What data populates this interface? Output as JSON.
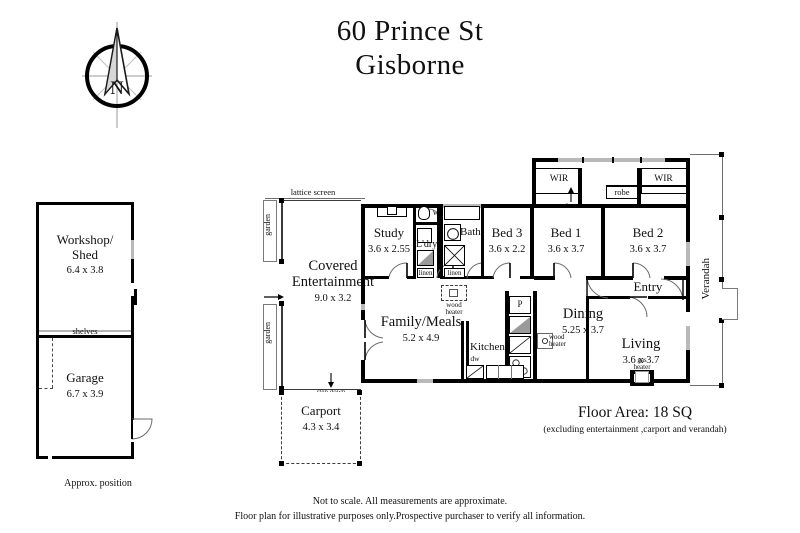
{
  "title": {
    "line1": "60 Prince St",
    "line2": "Gisborne"
  },
  "compass": {
    "label": "N",
    "name": "north-compass-rose"
  },
  "outbuildings": {
    "workshop": {
      "name": "Workshop/",
      "name2": "Shed",
      "dim": "6.4 x 3.8"
    },
    "shelves": "shelves",
    "garage": {
      "name": "Garage",
      "dim": "6.7 x 3.9"
    },
    "approx_note": "Approx. position"
  },
  "outdoor": {
    "lattice": "lattice screen",
    "garden_top": "garden",
    "garden_bottom": "garden",
    "entertainment": {
      "name": "Covered",
      "name2": "Entertainment",
      "dim": "9.0 x 3.2"
    },
    "step_down_entertainment": "step down",
    "carport": {
      "name": "Carport",
      "dim": "4.3 x 3.4"
    },
    "verandah": "Verandah"
  },
  "rooms": [
    {
      "key": "study",
      "name": "Study",
      "dim": "3.6 x 2.55"
    },
    {
      "key": "bed3",
      "name": "Bed 3",
      "dim": "3.6 x 2.2"
    },
    {
      "key": "bed1",
      "name": "Bed 1",
      "dim": "3.6 x 3.7"
    },
    {
      "key": "bed2",
      "name": "Bed 2",
      "dim": "3.6 x 3.7"
    },
    {
      "key": "family",
      "name": "Family/Meals",
      "dim": "5.2 x 4.9"
    },
    {
      "key": "dining",
      "name": "Dining",
      "dim": "5.25 x 3.7"
    },
    {
      "key": "living",
      "name": "Living",
      "dim": "3.6 x 3.7"
    }
  ],
  "small_rooms": {
    "wc": "wc",
    "laundry": "L'dry",
    "bath": "Bath",
    "kitchen": "Kitchen",
    "entry": "Entry"
  },
  "fixtures": {
    "wir_left": "WIR",
    "wir_right": "WIR",
    "robe": "robe",
    "linen_laundry": "linen",
    "linen_hall": "linen",
    "pantry": "P",
    "dishwasher": "dw",
    "wood_heater_hall": {
      "line1": "wood",
      "line2": "heater"
    },
    "wood_heater_dining": {
      "line1": "wood",
      "line2": "heater"
    },
    "gas_heater_living": {
      "line1": "gas",
      "line2": "heater"
    },
    "down_arrow_label": "down"
  },
  "floor_area": {
    "label": "Floor Area: 18",
    "unit": "SQ",
    "exclusion": "(excluding entertainment ,carport and verandah)"
  },
  "disclaimer": {
    "line1": "Not to scale. All measurements are approximate.",
    "line2": "Floor plan for illustrative purposes only.Prospective purchaser to verify all information."
  },
  "colors": {
    "wall": "#000000",
    "window": "#b9b9b9",
    "hairline": "#6e6e6e",
    "paper": "#ffffff"
  }
}
